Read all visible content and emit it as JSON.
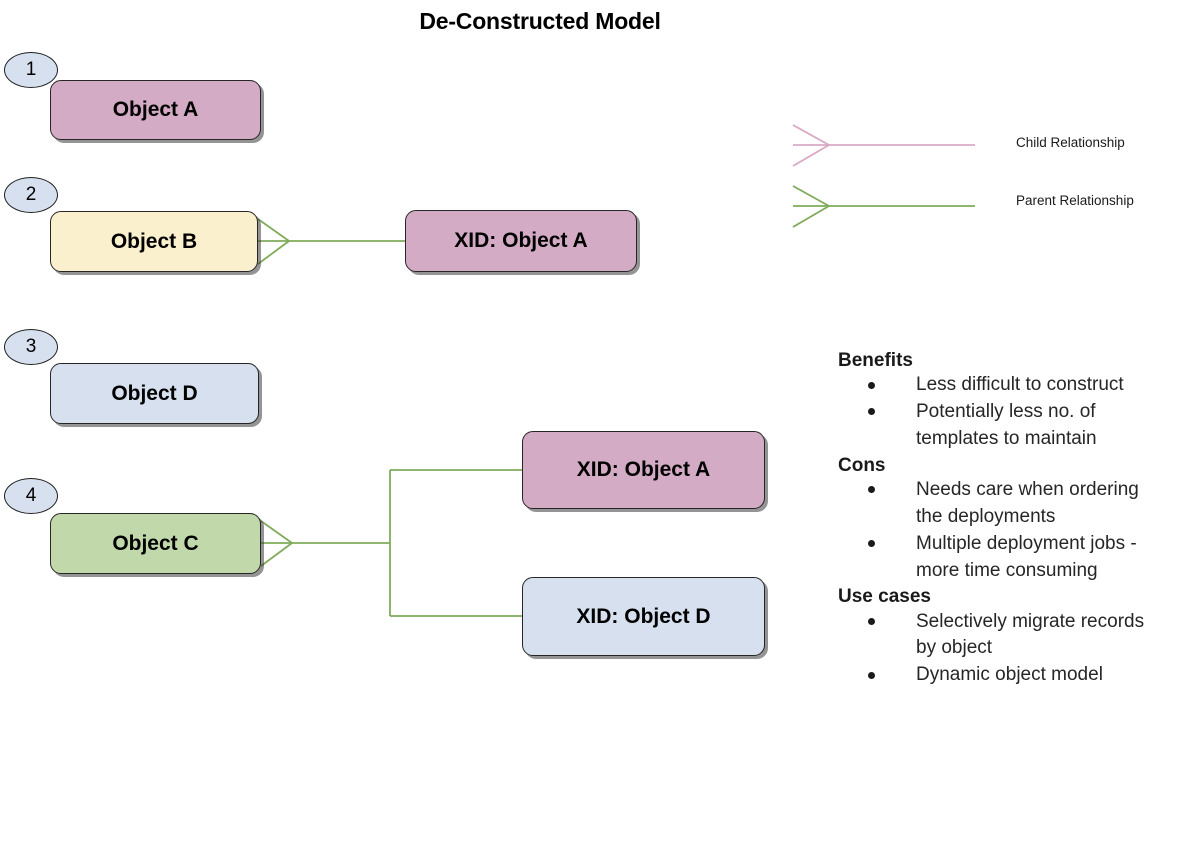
{
  "title": "De-Constructed Model",
  "colors": {
    "pink": "#d3abc4",
    "cream": "#fbf0cd",
    "blue": "#d6e0ef",
    "green": "#c1d8ab",
    "child_relationship_line": "#d9a8c4",
    "parent_relationship_line": "#7fab5a",
    "border": "#262626",
    "text": "#000000"
  },
  "steps": [
    {
      "number": "1"
    },
    {
      "number": "2"
    },
    {
      "number": "3"
    },
    {
      "number": "4"
    }
  ],
  "nodes": {
    "object_a": "Object A",
    "object_b": "Object B",
    "object_d": "Object D",
    "object_c": "Object C",
    "xid_object_a_top": "XID: Object A",
    "xid_object_a_bottom": "XID: Object A",
    "xid_object_d_bottom": "XID: Object D"
  },
  "legend": {
    "child": "Child Relationship",
    "parent": "Parent Relationship"
  },
  "notes": {
    "benefits_heading": "Benefits",
    "benefits": [
      "Less difficult to construct",
      "Potentially less no. of templates to maintain"
    ],
    "cons_heading": "Cons",
    "cons": [
      "Needs care when ordering the deployments",
      "Multiple deployment jobs - more time consuming"
    ],
    "use_cases_heading": "Use cases",
    "use_cases": [
      "Selectively migrate records by object",
      "Dynamic object model"
    ]
  }
}
